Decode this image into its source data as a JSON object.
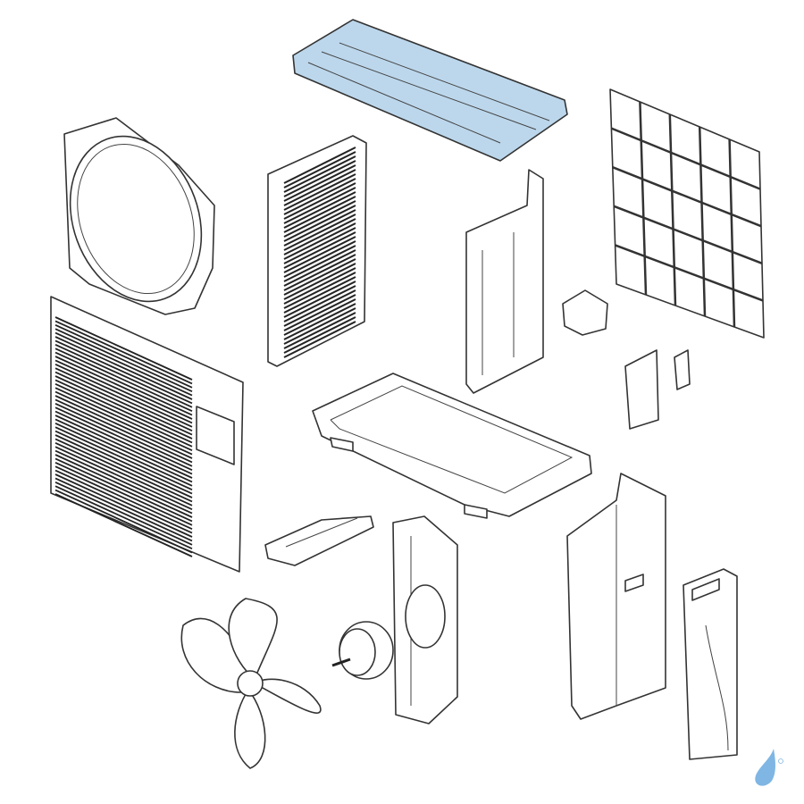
{
  "diagram": {
    "highlighted_part": "top-panel",
    "colors": {
      "highlight": "#bcd7ec",
      "line": "#333333",
      "logo": "#7fb6e3"
    },
    "parts": [
      "top-panel",
      "fan-shroud",
      "front-grille-panel",
      "condenser-guard",
      "rear-mesh-guard",
      "partition-plate",
      "base-pan",
      "electrical-box",
      "terminal-bracket",
      "control-board",
      "motor-bracket",
      "fan-motor",
      "fan-blade",
      "side-panel",
      "service-cover"
    ]
  }
}
